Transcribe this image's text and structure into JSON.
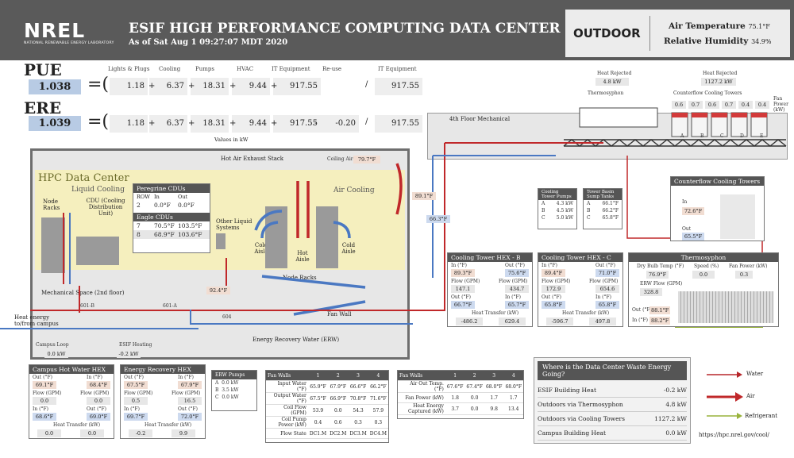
{
  "header": {
    "logo": "NREL",
    "logo_sub": "NATIONAL RENEWABLE ENERGY LABORATORY",
    "title": "ESIF HIGH PERFORMANCE COMPUTING DATA CENTER",
    "asof": "As of Sat Aug 1 09:27:07 MDT 2020"
  },
  "outdoor": {
    "label": "OUTDOOR",
    "air_temp_label": "Air Temperature",
    "air_temp": "75.1°F",
    "rh_label": "Relative Humidity",
    "rh": "34.9%"
  },
  "kpi": {
    "pue_label": "PUE",
    "pue": "1.038",
    "ere_label": "ERE",
    "ere": "1.039",
    "units": "Values in kW",
    "headers": [
      "Lights & Plugs",
      "Cooling",
      "Pumps",
      "HVAC",
      "IT Equipment",
      "Re-use",
      "IT Equipment"
    ],
    "pue_row": [
      "1.18",
      "6.37",
      "18.31",
      "9.44",
      "917.55",
      "",
      "917.55"
    ],
    "ere_row": [
      "1.18",
      "6.37",
      "18.31",
      "9.44",
      "917.55",
      "-0.20",
      "917.55"
    ]
  },
  "floor4": {
    "label": "4th Floor Mechanical",
    "heat_rejected_label": "Heat Rejected",
    "heat_rejected_1": "4.8 kW",
    "heat_rejected_2": "1127.2 kW",
    "thermosyphon": "Thermosyphon",
    "cct_label": "Counterflow Cooling Towers",
    "fan_power_label": "Fan Power (kW)",
    "fans": [
      "0.6",
      "0.7",
      "0.6",
      "0.7",
      "0.4",
      "0.4"
    ],
    "tower_letters": [
      "A",
      "B",
      "C",
      "D",
      "E"
    ]
  },
  "stack": {
    "label": "Hot Air Exhaust Stack",
    "ceiling_air_label": "Ceiling Air",
    "ceiling_air": "79.7°F",
    "t891": "89.1°F",
    "t663": "66.3°F",
    "t924": "92.4°F"
  },
  "hpc": {
    "title": "HPC Data Center",
    "liquid": "Liquid Cooling",
    "node_racks": "Node Racks",
    "cdu": "CDU (Cooling Distribution Unit)",
    "air_cooling": "Air Cooling",
    "other_liquid": "Other Liquid Systems",
    "cold_aisle": "Cold Aisle",
    "hot_aisle": "Hot Aisle",
    "node_racks2": "Node Racks",
    "fan_wall": "Fan Wall",
    "mech": "Mechanical Space (2nd floor)"
  },
  "peregrine": {
    "title": "Peregrine CDUs",
    "cols": [
      "ROW",
      "In",
      "Out"
    ],
    "rows": [
      [
        "2",
        "0.0°F",
        "0.0°F"
      ]
    ]
  },
  "eagle": {
    "title": "Eagle CDUs",
    "rows": [
      [
        "7",
        "70.5°F",
        "103.5°F"
      ],
      [
        "8",
        "68.9°F",
        "103.6°F"
      ]
    ]
  },
  "tower_pumps": {
    "title": "Cooling Tower Pumps",
    "rows": [
      [
        "A",
        "4.3 kW"
      ],
      [
        "B",
        "4.5 kW"
      ],
      [
        "C",
        "5.0 kW"
      ]
    ]
  },
  "sump": {
    "title": "Tower Basin Sump Tanks",
    "rows": [
      [
        "A",
        "66.1°F"
      ],
      [
        "B",
        "66.2°F"
      ],
      [
        "C",
        "65.8°F"
      ]
    ]
  },
  "cct": {
    "title": "Counterflow Cooling Towers",
    "in_label": "In",
    "in": "72.6°F",
    "out_label": "Out",
    "out": "65.5°F"
  },
  "hexb": {
    "title": "Cooling Tower HEX - B",
    "in1": "89.3°F",
    "out1": "75.6°F",
    "flow1": "147.1",
    "flow2": "434.7",
    "out2": "66.7°F",
    "in2": "65.7°F",
    "ht": "-486.2",
    "ht2": "629.4",
    "in_l": "In (°F)",
    "out_l": "Out (°F)",
    "flow_l": "Flow (GPM)",
    "ht_l": "Heat Transfer (kW)"
  },
  "hexc": {
    "title": "Cooling Tower HEX - C",
    "in1": "89.4°F",
    "out1": "71.0°F",
    "flow1": "172.9",
    "flow2": "654.6",
    "out2": "65.8°F",
    "in2": "65.8°F",
    "ht": "-596.7",
    "ht2": "497.8"
  },
  "thermo": {
    "title": "Thermosyphon",
    "dry_label": "Dry Bulb Temp (°F)",
    "dry": "76.9°F",
    "speed_label": "Speed (%)",
    "speed": "0.0",
    "fan_label": "Fan Power (kW)",
    "fan": "0.3",
    "erw_label": "ERW Flow (GPM)",
    "erw": "328.8",
    "out_label": "Out (°F)",
    "out": "88.1°F",
    "in_label": "In (°F)",
    "in": "88.2°F"
  },
  "campus": {
    "heat": "Heat energy to/from campus",
    "loop_label": "Campus Loop",
    "loop": "0.0 kW",
    "esif_label": "ESIF Heating",
    "esif": "-0.2 kW",
    "hex_a": "601-B",
    "hex_b": "601-A",
    "pump": "604",
    "erw_label": "Energy Recovery Water (ERW)"
  },
  "chw": {
    "title": "Campus Hot Water HEX",
    "out_l": "Out (°F)",
    "in_l": "In (°F)",
    "flow_l": "Flow (GPM)",
    "ht_l": "Heat Transfer (kW)",
    "a": "69.1°F",
    "b": "68.4°F",
    "c": "0.0",
    "d": "0.0",
    "e": "68.6°F",
    "f": "69.0°F",
    "g": "0.0",
    "h": "0.0"
  },
  "erh": {
    "title": "Energy Recovery HEX",
    "a": "67.5°F",
    "b": "67.9°F",
    "c": "0.5",
    "d": "16.5",
    "e": "69.7°F",
    "f": "72.0°F",
    "g": "-0.2",
    "h": "9.9"
  },
  "erwp": {
    "title": "ERW Pumps",
    "rows": [
      [
        "A",
        "0.0 kW"
      ],
      [
        "B",
        "3.5 kW"
      ],
      [
        "C",
        "0.0 kW"
      ]
    ]
  },
  "fanwalls": {
    "title": "Fan Walls",
    "cols": [
      "1",
      "2",
      "3",
      "4"
    ],
    "rows": [
      {
        "label": "Input Water (°F)",
        "v": [
          "65.9°F",
          "67.9°F",
          "66.6°F",
          "66.2°F"
        ]
      },
      {
        "label": "Output Water (°F)",
        "v": [
          "67.5°F",
          "66.9°F",
          "70.8°F",
          "71.6°F"
        ]
      },
      {
        "label": "Coil Flow (GPM)",
        "v": [
          "53.9",
          "0.0",
          "54.3",
          "57.9"
        ]
      },
      {
        "label": "Coil Pump Power (kW)",
        "v": [
          "0.4",
          "0.6",
          "0.3",
          "0.3"
        ]
      },
      {
        "label": "Flow State",
        "v": [
          "DC1.M",
          "DC2.M",
          "DC3.M",
          "DC4.M"
        ]
      }
    ]
  },
  "fans": {
    "title": "Fan Walls",
    "cols": [
      "1",
      "2",
      "3",
      "4"
    ],
    "rows": [
      {
        "label": "Air Out Temp. (°F)",
        "v": [
          "67.6°F",
          "67.4°F",
          "68.0°F",
          "68.0°F"
        ]
      },
      {
        "label": "Fan Power (kW)",
        "v": [
          "1.8",
          "0.0",
          "1.7",
          "1.7"
        ]
      },
      {
        "label": "Heat Energy Captured (kW)",
        "v": [
          "3.7",
          "0.0",
          "9.8",
          "13.4"
        ]
      }
    ]
  },
  "waste": {
    "title": "Where is the Data Center Waste Energy Going?",
    "rows": [
      [
        "ESIF Building Heat",
        "-0.2 kW"
      ],
      [
        "Outdoors via Thermosyphon",
        "4.8 kW"
      ],
      [
        "Outdoors via Cooling Towers",
        "1127.2 kW"
      ],
      [
        "Campus Building Heat",
        "0.0 kW"
      ]
    ]
  },
  "legend": {
    "water": "Water",
    "air": "Air",
    "refrigerant": "Refrigerant"
  },
  "url": "https://hpc.nrel.gov/cool/",
  "colors": {
    "water": "#b7262a",
    "cold": "#4a78c2",
    "refrigerant": "#99b33c"
  }
}
